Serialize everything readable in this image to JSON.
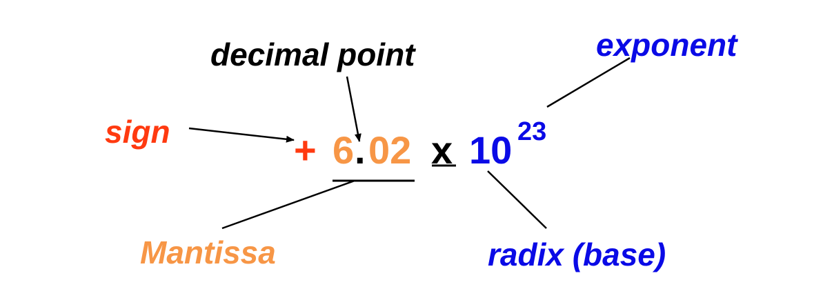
{
  "colors": {
    "sign": "#ff3a10",
    "mantissa": "#f79646",
    "radix": "#0a0ae6",
    "black": "#000000"
  },
  "labels": {
    "decimal_point": "decimal point",
    "exponent": "exponent",
    "sign": "sign",
    "mantissa": "Mantissa",
    "radix": "radix (base)"
  },
  "equation": {
    "sign": "+",
    "mantissa_int": "6",
    "point": ".",
    "mantissa_frac": "02",
    "times": "x",
    "base": "10",
    "exponent": "23"
  }
}
